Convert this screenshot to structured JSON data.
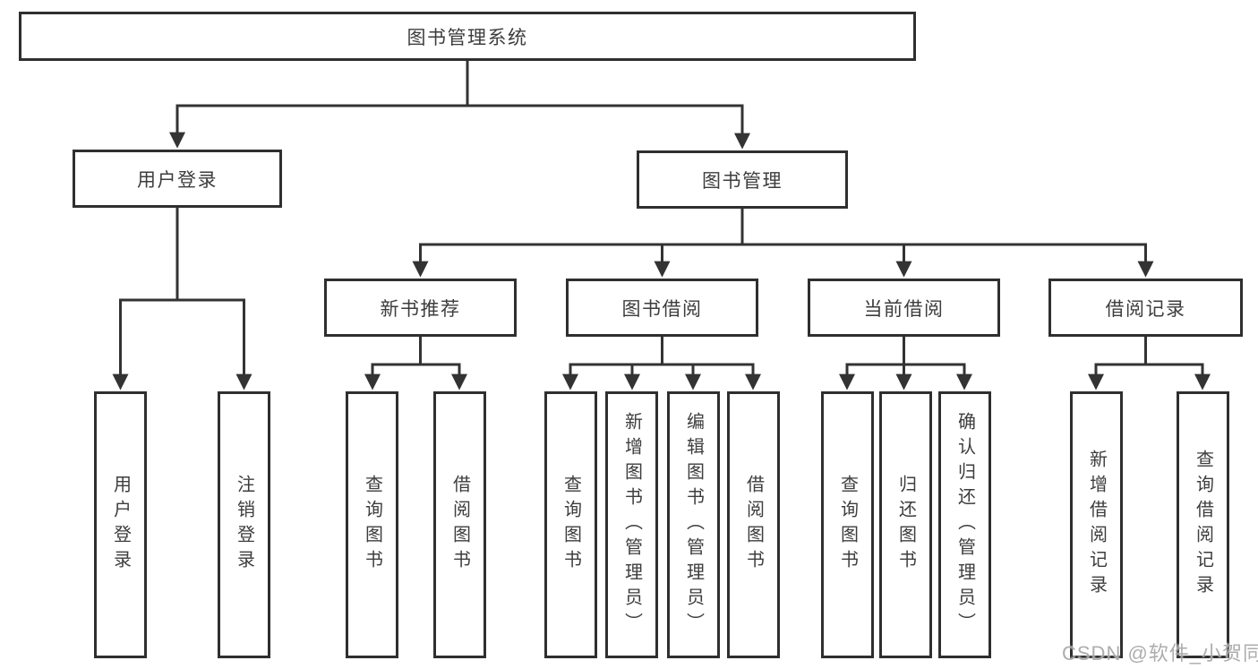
{
  "diagram_title": "图书管理系统",
  "nodes": {
    "root": {
      "label": "图书管理系统"
    },
    "user_login": {
      "label": "用户登录"
    },
    "book_mgmt": {
      "label": "图书管理"
    },
    "new_book_rec": {
      "label": "新书推荐"
    },
    "book_borrow": {
      "label": "图书借阅"
    },
    "current_borrow": {
      "label": "当前借阅"
    },
    "borrow_records": {
      "label": "借阅记录"
    },
    "leaf_user_login": {
      "label": "用户登录"
    },
    "leaf_logout": {
      "label": "注销登录"
    },
    "leaf_rec_query": {
      "label": "查询图书"
    },
    "leaf_rec_borrow": {
      "label": "借阅图书"
    },
    "leaf_bb_query": {
      "label": "查询图书"
    },
    "leaf_bb_add": {
      "label": "新增图书（管理员）"
    },
    "leaf_bb_edit": {
      "label": "编辑图书（管理员）"
    },
    "leaf_bb_borrow": {
      "label": "借阅图书"
    },
    "leaf_cb_query": {
      "label": "查询图书"
    },
    "leaf_cb_return": {
      "label": "归还图书"
    },
    "leaf_cb_confirm": {
      "label": "确认归还（管理员）"
    },
    "leaf_br_add": {
      "label": "新增借阅记录"
    },
    "leaf_br_query": {
      "label": "查询借阅记录"
    }
  },
  "watermark": "CSDN @软件_小贺同学",
  "colors": {
    "line": "#333333",
    "border": "#2f2f2f",
    "text": "#3d3d3d",
    "background": "#ffffff",
    "watermark": "#a2a2a2"
  }
}
